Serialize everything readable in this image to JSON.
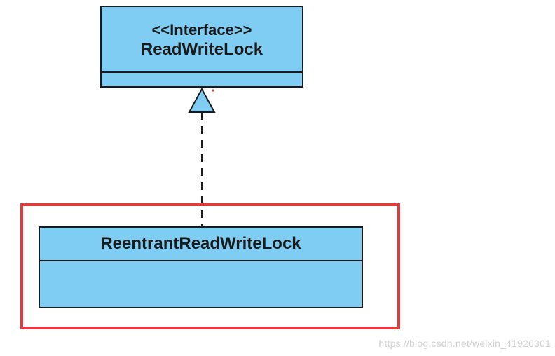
{
  "diagram": {
    "interface": {
      "stereotype": "<<Interface>>",
      "name": "ReadWriteLock"
    },
    "implementation": {
      "name": "ReentrantReadWriteLock"
    },
    "relationship": "realization"
  },
  "colors": {
    "class_fill": "#7FCDF3",
    "border": "#1a1a1a",
    "highlight": "#E33B3B",
    "watermark": "#d0d0d0"
  },
  "watermark": "https://blog.csdn.net/weixin_41926301"
}
